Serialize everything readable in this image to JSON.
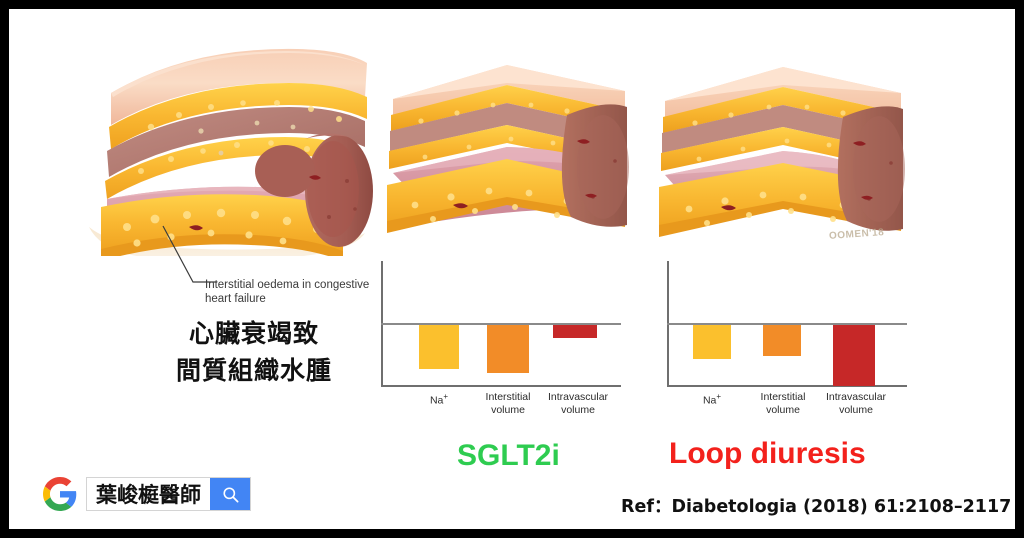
{
  "figure": {
    "annotation": "Interstitial oedema in congestive heart failure",
    "chinese_caption_line1": "心臟衰竭致",
    "chinese_caption_line2": "間質組織水腫",
    "artist_signature": "OOMEN'18",
    "reference": "Ref：Diabetologia (2018) 61:2108–2117"
  },
  "panels": [
    {
      "name": "congestive-heart-failure-tissue",
      "state": "interstitial oedema"
    },
    {
      "name": "sglt2i-tissue",
      "state": "reduced interstitial volume"
    },
    {
      "name": "loop-diuresis-tissue",
      "state": "reduced intravascular volume"
    }
  ],
  "groups": {
    "sglt2i_label": "SGLT2i",
    "loop_label": "Loop diuresis",
    "sglt2i_color": "#2ecc50",
    "loop_color": "#f3211c"
  },
  "search_badge": {
    "logo": "google-logo",
    "query": "葉峻榳醫師",
    "button_icon": "search-icon",
    "button_color": "#4285f4"
  },
  "chart_data": [
    {
      "type": "bar",
      "title": "SGLT2i",
      "categories": [
        "Na⁺",
        "Interstitial volume",
        "Intravascular volume"
      ],
      "values": [
        -62,
        -68,
        -18
      ],
      "colors": [
        "#FBC02D",
        "#F28C28",
        "#C62828"
      ],
      "xlabel": "",
      "ylabel": "",
      "ylim": [
        -100,
        40
      ],
      "grid": false,
      "legend": "none",
      "note": "All changes are reductions from baseline (bars drawn downward from zero line)"
    },
    {
      "type": "bar",
      "title": "Loop diuresis",
      "categories": [
        "Na⁺",
        "Interstitial volume",
        "Intravascular volume"
      ],
      "values": [
        -48,
        -44,
        -86
      ],
      "colors": [
        "#FBC02D",
        "#F28C28",
        "#C62828"
      ],
      "xlabel": "",
      "ylabel": "",
      "ylim": [
        -100,
        40
      ],
      "grid": false,
      "legend": "none",
      "note": "All changes are reductions from baseline (bars drawn downward from zero line)"
    }
  ]
}
